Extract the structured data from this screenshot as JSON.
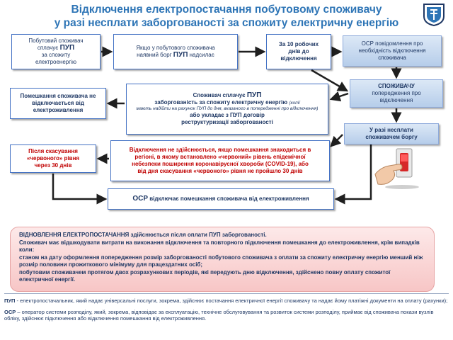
{
  "title": {
    "line1": "Відключення електропостачання побутовому споживачу",
    "line2": "у разі несплати заборгованості за спожиту електричну енергію"
  },
  "boxes": {
    "consumer_pays": {
      "line1": "Побутовий споживач",
      "line2a": "сплачує ",
      "line2b": "ПУП",
      "line3": "за спожиту",
      "line4": "електроенергію"
    },
    "debt": {
      "line1": "Якщо у побутового споживача",
      "line2a": "наявний борг ",
      "line2b": "ПУП",
      "line2c": " надсилає"
    },
    "ten_days": {
      "line1": "За 10 робочих",
      "line2": "днів до",
      "line3": "відключення"
    },
    "osr_notice": {
      "line1": "ОСР повідомлення про",
      "line2": "необхідність відключення",
      "line3": "споживача"
    },
    "consumer_notified": {
      "line1": "СПОЖИВАЧУ",
      "line2": "попередження про",
      "line3": "відключення"
    },
    "if_unpaid": {
      "line1": "У разі несплати",
      "line2": "споживачем боргу"
    },
    "consumer_pays_debt": {
      "line1a": "Споживач сплачує ",
      "line1b": "ПУП",
      "line2": "заборгованість за спожиту електричну енергію",
      "line2_note": "(копії",
      "note": "мають надійти на рахунок ПУП до дня, вказаного в попередженні про відключення)",
      "line3a": "або укладає з ПУП договір",
      "line4": "реструктуризації заборгованості"
    },
    "premises_not_disconnected": {
      "line1": "Помешкання споживача не",
      "line2": "відключається від",
      "line3": "електроживлення"
    },
    "after_red_level": {
      "line1": "Після скасування",
      "line2": "«червоного» рівня",
      "line3": "через 30 днів"
    },
    "covid": {
      "line1": "Відключення не здійснюється, якщо помешкання знаходиться в",
      "line2": "регіоні, в якому встановлено «червоний» рівень епідемічної",
      "line3": "небезпеки поширення коронавірусної хвороби (COVID-19), або",
      "line4": "від дня скасування «червоного» рівня не пройшло 30 днів"
    },
    "osr_disconnects": {
      "part1": "ОСР",
      "part2": " відключає помешкання споживача від електроживлення"
    }
  },
  "restore": {
    "p1a": "ВІДНОВЛЕННЯ ЕЛЕКТРОПОСТАЧАННЯ",
    "p1b": " здійснюється після оплати ПУП заборгованості.",
    "p2": "Споживач має відшкодувати витрати на виконання відключення та повторного підключення помешкання до електроживлення, крім випадків коли:",
    "p3": "станом на дату оформлення попередження розмір заборгованості побутового споживача з оплати за спожиту електричну енергію менший ніж розмір половини прожиткового мінімуму для працездатних осіб;",
    "p4": "побутовим споживачем протягом двох розрахункових періодів, які передують дню відключення, здійснено повну оплату спожитої електричної енергії."
  },
  "definitions": {
    "pup_term": "ПУП",
    "pup_text": " - електропостачальник, який надає універсальні послуги, зокрема, здійснює постачання електричної енергії споживачу та надає йому платіжні документи на оплату (рахунки);",
    "osr_term": "ОСР",
    "osr_text": " – оператор системи розподілу, який, зокрема, відповідає за експлуатацію, технічне обслуговування та розвиток системи розподілу, приймає від споживача покази вузлів обліку, здійснює підключення або відключення помешкання від електроживлення."
  },
  "colors": {
    "title": "#2e75b6",
    "text": "#1f3864",
    "red": "#c00000",
    "box_border": "#4472c4",
    "restore_bg": "#f7c6c6"
  },
  "icons": {
    "logo": "regulator-emblem-icon",
    "illustration": "hand-switch-off-icon"
  }
}
